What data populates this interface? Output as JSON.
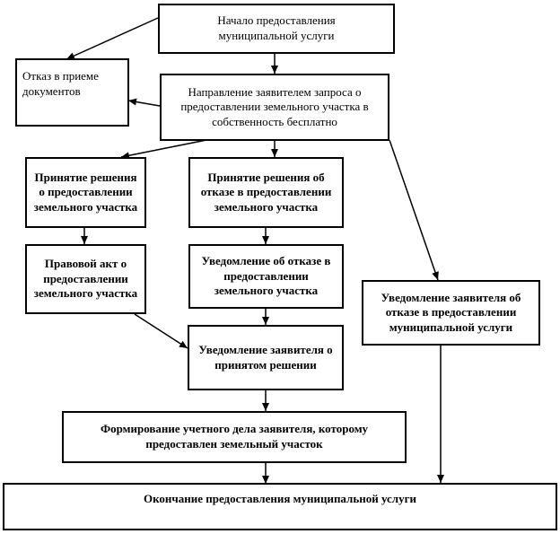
{
  "boxes": {
    "start": [
      "Начало предоставления",
      "муниципальной услуги"
    ],
    "refusal_docs": [
      "Отказ в приеме",
      "документов"
    ],
    "request": [
      "Направление заявителем запроса о",
      "предоставлении земельного участка в",
      "собственность бесплатно"
    ],
    "decision_grant": [
      "Принятие решения",
      "о предоставлении",
      "земельного участка"
    ],
    "decision_refuse": [
      "Принятие решения об",
      "отказе в предоставлении",
      "земельного участка"
    ],
    "legal_act": [
      "Правовой акт о",
      "предоставлении",
      "земельного участка"
    ],
    "notice_refusal": [
      "Уведомление об отказе в",
      "предоставлении",
      "земельного участка"
    ],
    "notify_refusal_service": [
      "Уведомление заявителя об",
      "отказе в предоставлении",
      "муниципальной услуги"
    ],
    "notify_decision": [
      "Уведомление заявителя о",
      "принятом решении"
    ],
    "record": [
      "Формирование учетного дела заявителя, которому",
      "предоставлен земельный участок"
    ],
    "end": [
      "Окончание предоставления муниципальной услуги"
    ]
  }
}
